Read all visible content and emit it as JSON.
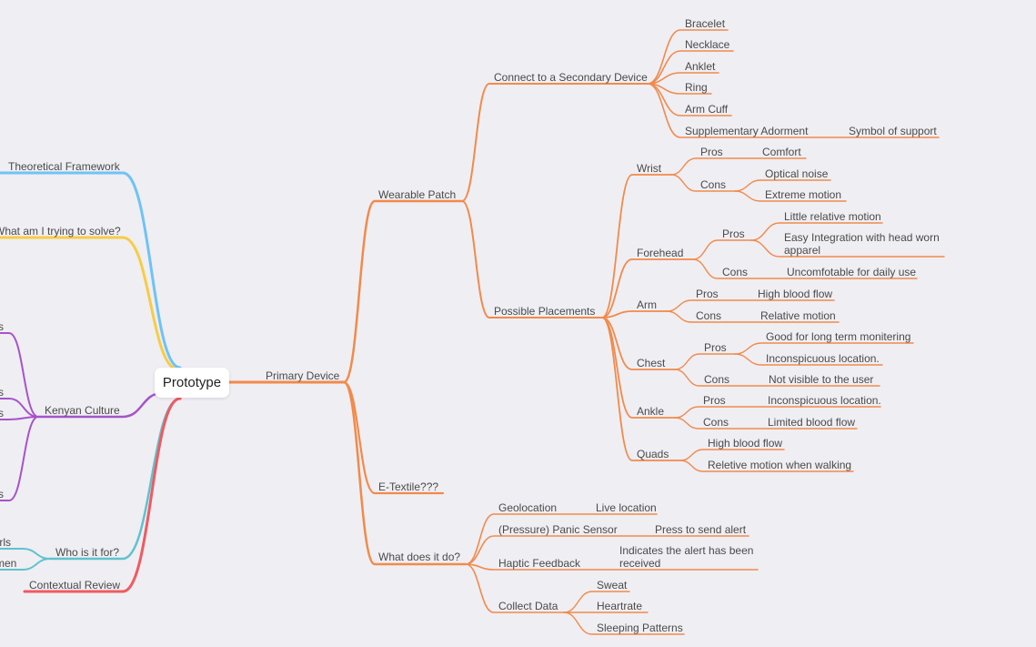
{
  "colors": {
    "background": "#efeef3",
    "orange": "#f28a4a",
    "blue": "#6ec3f7",
    "yellow": "#f7cc45",
    "purple": "#a653c9",
    "teal": "#5ec3cd",
    "red": "#f05a61"
  },
  "root": {
    "label": "Prototype"
  },
  "left_branches": {
    "theoretical_framework": "Theoretical Framework",
    "what_am_i_trying_to_solve": "What am I trying to solve?",
    "kenyan_culture": "Kenyan Culture",
    "kenyan_culture_children": [
      "s",
      "s",
      "s",
      "s"
    ],
    "who_is_it_for": "Who is it for?",
    "who_is_it_for_children": [
      "girls",
      "men"
    ],
    "contextual_review": "Contextual Review"
  },
  "primary_device": {
    "label": "Primary Device",
    "wearable_patch": {
      "label": "Wearable Patch",
      "connect_secondary": {
        "label": "Connect to a Secondary Device",
        "items": [
          "Bracelet",
          "Necklace",
          "Anklet",
          "Ring",
          "Arm Cuff"
        ],
        "supplementary": {
          "label": "Supplementary Adorment",
          "child": "Symbol of support"
        }
      },
      "possible_placements": {
        "label": "Possible Placements",
        "wrist": {
          "label": "Wrist",
          "pros": "Pros",
          "pros_items": [
            "Comfort"
          ],
          "cons": "Cons",
          "cons_items": [
            "Optical noise",
            "Extreme motion"
          ]
        },
        "forehead": {
          "label": "Forehead",
          "pros": "Pros",
          "pros_items": [
            "Little relative motion",
            "Easy Integration with head worn apparel"
          ],
          "cons": "Cons",
          "cons_items": [
            "Uncomfotable for daily use"
          ]
        },
        "arm": {
          "label": "Arm",
          "pros": "Pros",
          "pros_items": [
            "High blood flow"
          ],
          "cons": "Cons",
          "cons_items": [
            "Relative motion"
          ]
        },
        "chest": {
          "label": "Chest",
          "pros": "Pros",
          "pros_items": [
            "Good for long term monitering",
            "Inconspicuous location."
          ],
          "cons": "Cons",
          "cons_items": [
            "Not visible to the user"
          ]
        },
        "ankle": {
          "label": "Ankle",
          "pros": "Pros",
          "pros_items": [
            "Inconspicuous location."
          ],
          "cons": "Cons",
          "cons_items": [
            "Limited blood flow"
          ]
        },
        "quads": {
          "label": "Quads",
          "items": [
            "High blood flow",
            "Reletive motion when walking"
          ]
        }
      }
    },
    "e_textile": {
      "label": "E-Textile???"
    },
    "what_does_it_do": {
      "label": "What does it do?",
      "geolocation": {
        "label": "Geolocation",
        "child": "Live location"
      },
      "panic_sensor": {
        "label": "(Pressure) Panic Sensor",
        "child": "Press to send alert"
      },
      "haptic_feedback": {
        "label": "Haptic Feedback",
        "child": "Indicates the alert has been received"
      },
      "collect_data": {
        "label": "Collect Data",
        "items": [
          "Sweat",
          "Heartrate",
          "Sleeping Patterns"
        ]
      }
    }
  }
}
